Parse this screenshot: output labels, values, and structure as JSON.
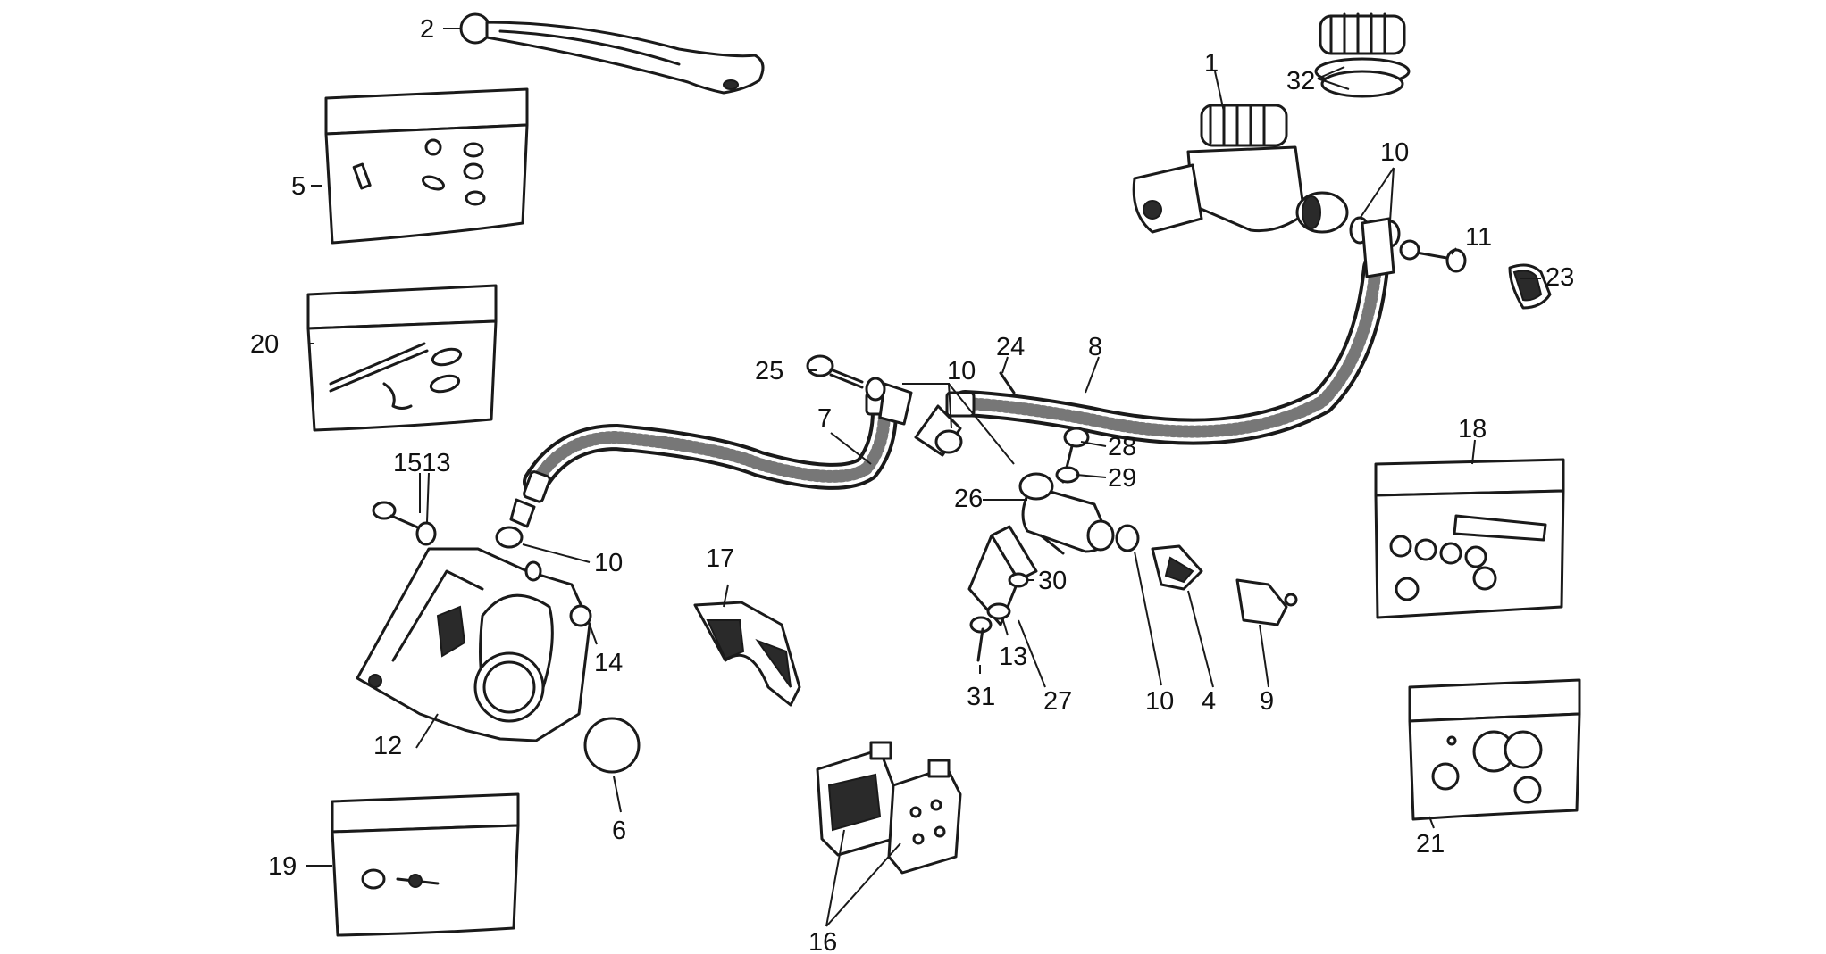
{
  "callouts": {
    "c1": "1",
    "c2": "2",
    "c4": "4",
    "c5": "5",
    "c6": "6",
    "c7": "7",
    "c8": "8",
    "c9": "9",
    "c10a": "10",
    "c10b": "10",
    "c10c": "10",
    "c10d": "10",
    "c11": "11",
    "c12": "12",
    "c1513": "1513",
    "c14": "14",
    "c16": "16",
    "c17": "17",
    "c18": "18",
    "c19": "19",
    "c20": "20",
    "c21": "21",
    "c23": "23",
    "c24": "24",
    "c25": "25",
    "c26": "26",
    "c27": "27",
    "c28": "28",
    "c29": "29",
    "c30": "30",
    "c31": "31",
    "c13b": "13",
    "c32": "32"
  }
}
